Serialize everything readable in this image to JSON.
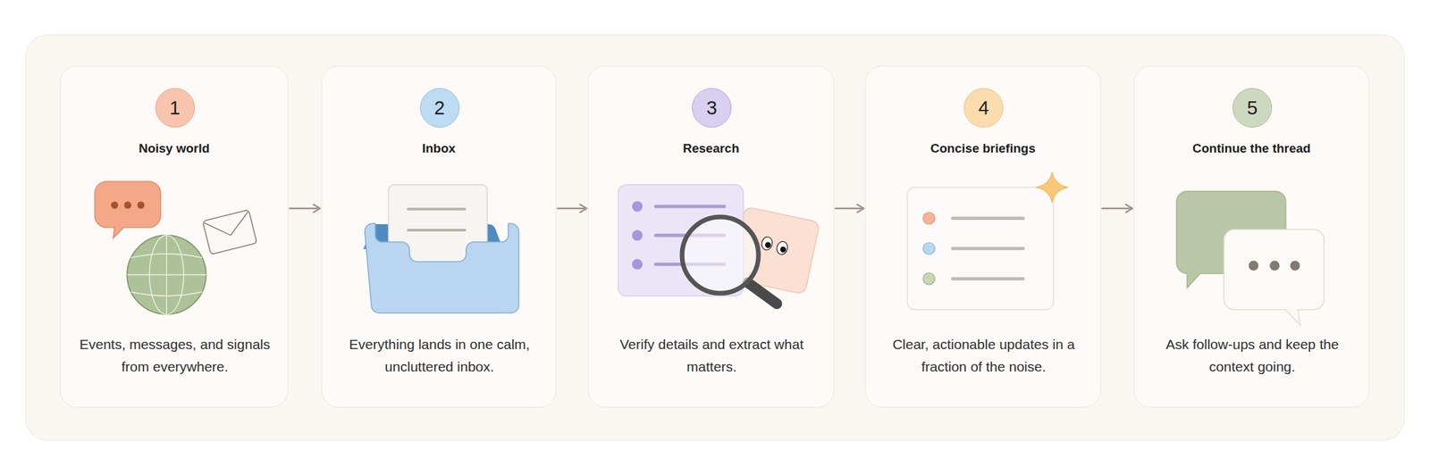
{
  "diagram": {
    "nodes": [
      {
        "text": [
          "Noisy world",
          "Events, messages, and signals from everywhere."
        ]
      },
      {
        "text": [
          "1"
        ],
        "in": 0
      },
      {
        "text": [
          "Inbox",
          "Everything lands in one calm, uncluttered inbox."
        ]
      },
      {
        "text": [
          "2"
        ],
        "in": 2
      },
      {
        "text": [
          "Research",
          "Verify details and extract what matters."
        ]
      },
      {
        "text": [
          "3"
        ],
        "in": 4
      },
      {
        "text": [
          "Concise briefings",
          "Clear, actionable updates in a fraction of the noise."
        ]
      },
      {
        "text": [
          "4"
        ],
        "in": 6
      },
      {
        "text": [
          "Continue the thread",
          "Ask follow-ups and keep the context going."
        ]
      },
      {
        "text": [
          "5"
        ],
        "in": 8
      }
    ],
    "edges": [
      {
        "from": 0,
        "to": 2,
        "arrow": "to"
      },
      {
        "from": 2,
        "to": 4,
        "arrow": "to"
      },
      {
        "from": 4,
        "to": 6,
        "arrow": "to"
      },
      {
        "from": 6,
        "to": 8,
        "arrow": "to"
      }
    ]
  }
}
